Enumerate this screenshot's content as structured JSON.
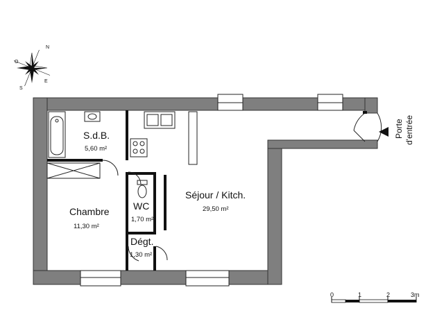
{
  "compass": {
    "north": "N",
    "east": "E",
    "south": "S",
    "west": "O"
  },
  "rooms": {
    "sdb": {
      "name": "S.d.B.",
      "area": "5,60 m²"
    },
    "chambre": {
      "name": "Chambre",
      "area": "11,30 m²"
    },
    "wc": {
      "name": "WC",
      "area": "1,70 m²"
    },
    "degt": {
      "name": "Dégt.",
      "area": "1,30 m²"
    },
    "sejour": {
      "name": "Séjour / Kitch.",
      "area": "29,50 m²"
    }
  },
  "entrance": {
    "line1": "Porte",
    "line2": "d'entrée"
  },
  "scale": {
    "ticks": [
      "0",
      "1",
      "2",
      "3m"
    ]
  },
  "colors": {
    "wall": "#7f7f7f",
    "ink": "#111111",
    "background": "#ffffff"
  }
}
